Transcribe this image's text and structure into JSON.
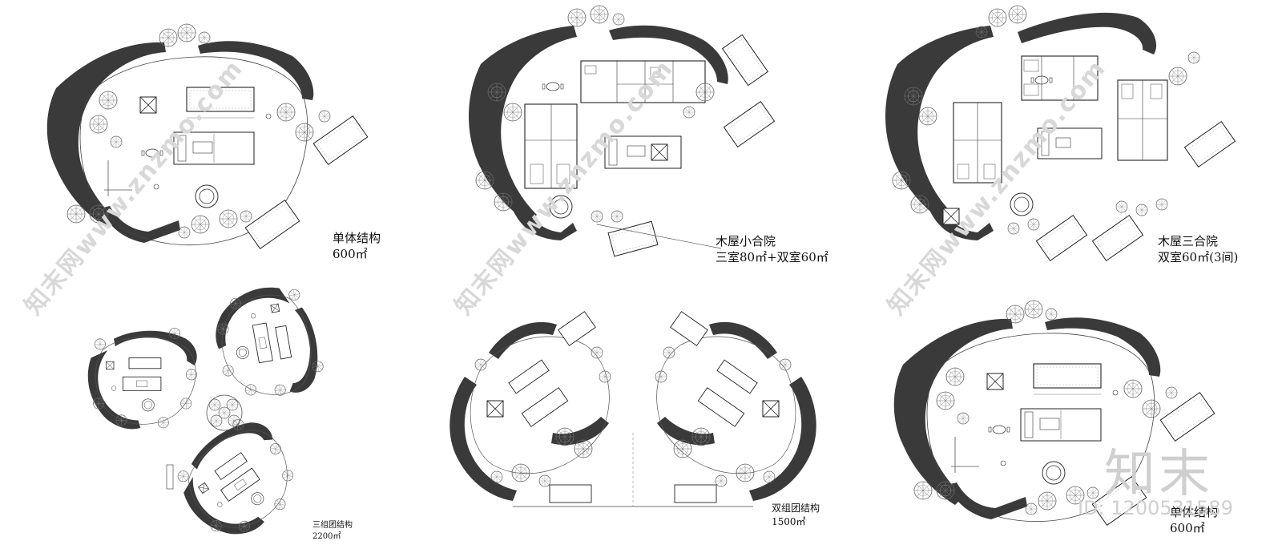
{
  "plans": [
    {
      "key": "p1",
      "title": "单体结构",
      "area": "600㎡"
    },
    {
      "key": "p2",
      "title": "木屋小合院",
      "area": "三室80㎡+双室60㎡"
    },
    {
      "key": "p3",
      "title": "木屋三合院",
      "area": "双室60㎡(3间)"
    },
    {
      "key": "p4",
      "title": "三组团结构",
      "area": "2200㎡"
    },
    {
      "key": "p5",
      "title": "双组团结构",
      "area": "1500㎡"
    },
    {
      "key": "p6",
      "title": "单体结构",
      "area": "600㎡"
    }
  ],
  "watermarks": {
    "brand": "知末",
    "site_text": "知末网www.znzmo.com",
    "id": "ID: 1200531589"
  }
}
